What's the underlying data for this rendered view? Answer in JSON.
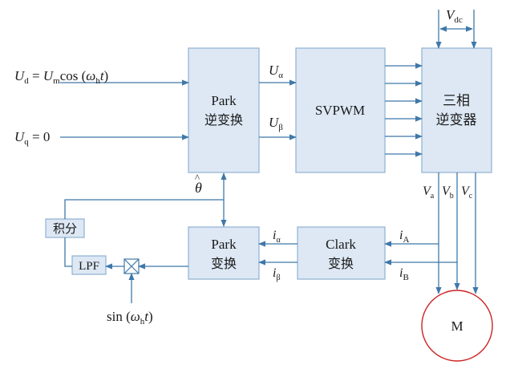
{
  "inputs": {
    "ud_lhs": "U",
    "ud_lhs_sub": "d",
    "ud_eq": " = ",
    "ud_rhs_u": "U",
    "ud_rhs_sub": "m",
    "ud_rhs_fn": "cos (",
    "ud_rhs_omega": "ω",
    "ud_rhs_omega_sub": "h",
    "ud_rhs_t": "t",
    "ud_rhs_close": ")",
    "uq_lhs": "U",
    "uq_lhs_sub": "q",
    "uq_rhs": " = 0"
  },
  "blocks": {
    "park_inverse": {
      "line1": "Park",
      "line2": "逆变换"
    },
    "svpwm": {
      "label": "SVPWM"
    },
    "inverter": {
      "line1": "三相",
      "line2": "逆变器"
    },
    "park": {
      "line1": "Park",
      "line2": "变换"
    },
    "clark": {
      "line1": "Clark",
      "line2": "变换"
    },
    "integrator": {
      "label": "积分"
    },
    "lpf": {
      "label": "LPF"
    },
    "motor": {
      "label": "M"
    }
  },
  "signals": {
    "u_alpha": {
      "main": "U",
      "sub": "α"
    },
    "u_beta": {
      "main": "U",
      "sub": "β"
    },
    "theta_hat": {
      "main": "θ",
      "hat": "^"
    },
    "vdc": {
      "main": "V",
      "sub": "dc"
    },
    "va": {
      "main": "V",
      "sub": "a"
    },
    "vb": {
      "main": "V",
      "sub": "b"
    },
    "vc": {
      "main": "V",
      "sub": "c"
    },
    "i_alpha": {
      "main": "i",
      "sub": "α"
    },
    "i_beta": {
      "main": "i",
      "sub": "β"
    },
    "i_a": {
      "main": "i",
      "sub": "A"
    },
    "i_b": {
      "main": "i",
      "sub": "B"
    },
    "sin_fn": "sin (",
    "sin_omega": "ω",
    "sin_omega_sub": "h",
    "sin_t": "t",
    "sin_close": ")"
  },
  "colors": {
    "block_fill": "#dde8f4",
    "block_stroke": "#8fb0d2",
    "wire": "#3f78a8",
    "motor_circle": "#cc2222"
  }
}
